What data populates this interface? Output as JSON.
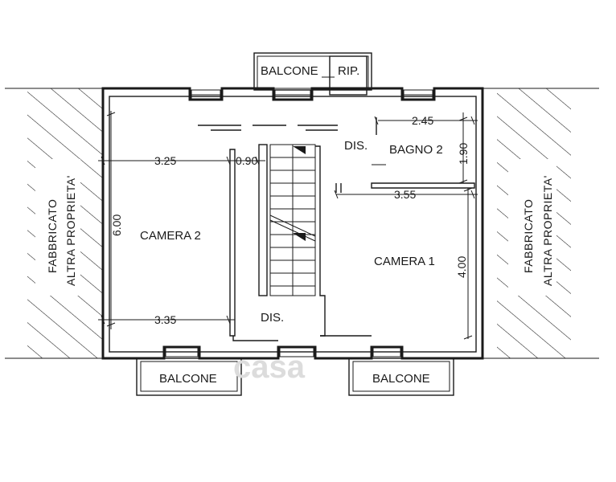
{
  "rooms": {
    "balcone_top": "BALCONE",
    "rip": "RIP.",
    "dis_top": "DIS.",
    "bagno2": "BAGNO 2",
    "camera2": "CAMERA 2",
    "camera1": "CAMERA 1",
    "dis_bottom": "DIS.",
    "balcone_left": "BALCONE",
    "balcone_right": "BALCONE"
  },
  "dimensions": {
    "camera2_width_top": "3.25",
    "stair_gap": "0.90",
    "camera2_height": "6.00",
    "camera2_width_bottom": "3.35",
    "bagno2_width": "2.45",
    "bagno2_height": "1.90",
    "camera1_width": "3.55",
    "camera1_height": "4.00"
  },
  "adjacent": {
    "left_line1": "FABBRICATO",
    "left_line2": "ALTRA PROPRIETA'",
    "right_line1": "FABBRICATO",
    "right_line2": "ALTRA PROPRIETA'"
  },
  "watermark": "casa"
}
